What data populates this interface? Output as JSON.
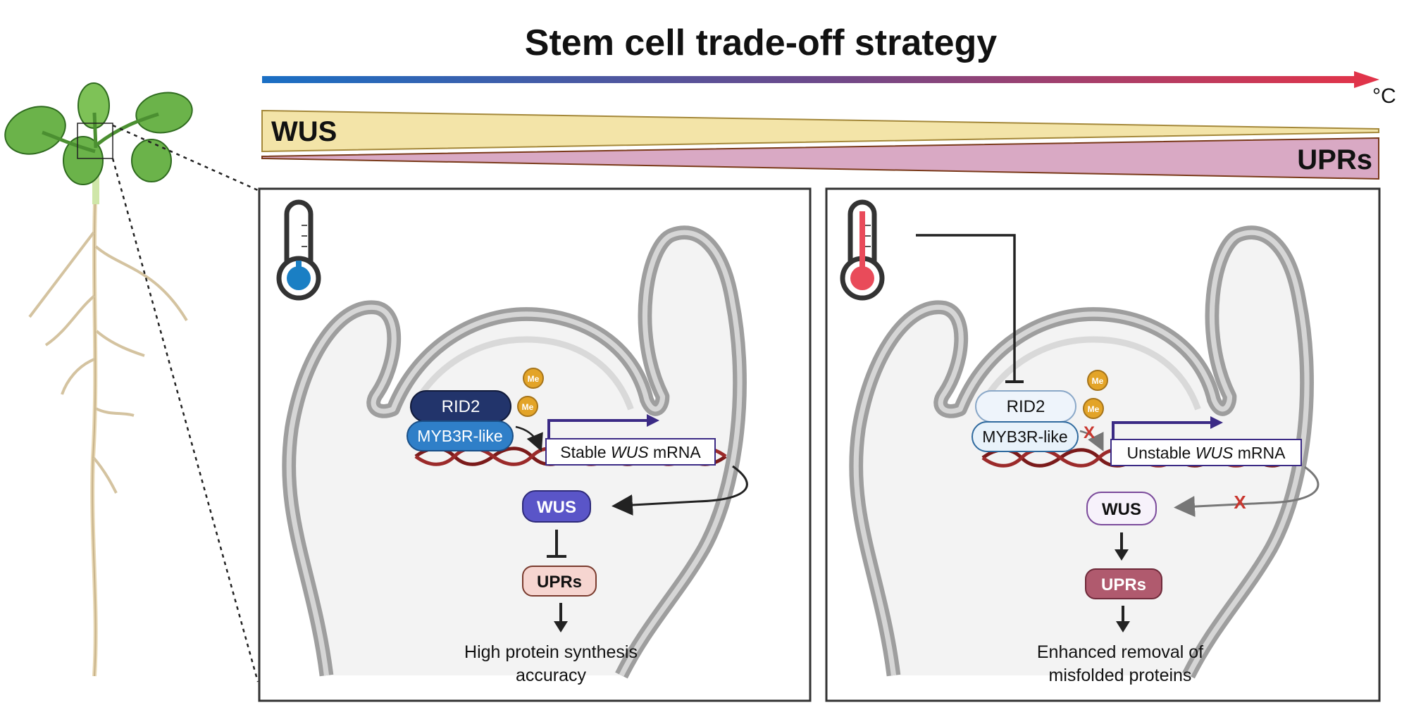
{
  "title": "Stem cell trade-off strategy",
  "temperature_unit": "°C",
  "gradient": {
    "wus_label": "WUS",
    "uprs_label": "UPRs",
    "temp_arrow_colors": [
      "#1a6fc4",
      "#e0344a"
    ],
    "wus_color": "#f3e4a8",
    "uprs_color": "#d9a9c4"
  },
  "low_temp_panel": {
    "thermometer_color": "#1a7fc4",
    "rid2_label": "RID2",
    "myb3r_label": "MYB3R-like",
    "methyl_label": "Me",
    "mrna_prefix": "Stable ",
    "mrna_gene": "WUS",
    "mrna_suffix": " mRNA",
    "wus_label": "WUS",
    "uprs_label": "UPRs",
    "outcome_line1": "High protein synthesis",
    "outcome_line2": "accuracy"
  },
  "high_temp_panel": {
    "thermometer_color": "#e94b5a",
    "rid2_label": "RID2",
    "myb3r_label": "MYB3R-like",
    "methyl_label": "Me",
    "block_mark": "X",
    "mrna_prefix": "Unstable ",
    "mrna_gene": "WUS",
    "mrna_suffix": " mRNA",
    "wus_label": "WUS",
    "uprs_label": "UPRs",
    "outcome_line1": "Enhanced removal of",
    "outcome_line2": "misfolded proteins"
  },
  "icons": [
    "plant-icon",
    "thermometer-cold-icon",
    "thermometer-hot-icon",
    "shoot-meristem-icon",
    "dna-helix-icon",
    "methyl-group-icon"
  ]
}
